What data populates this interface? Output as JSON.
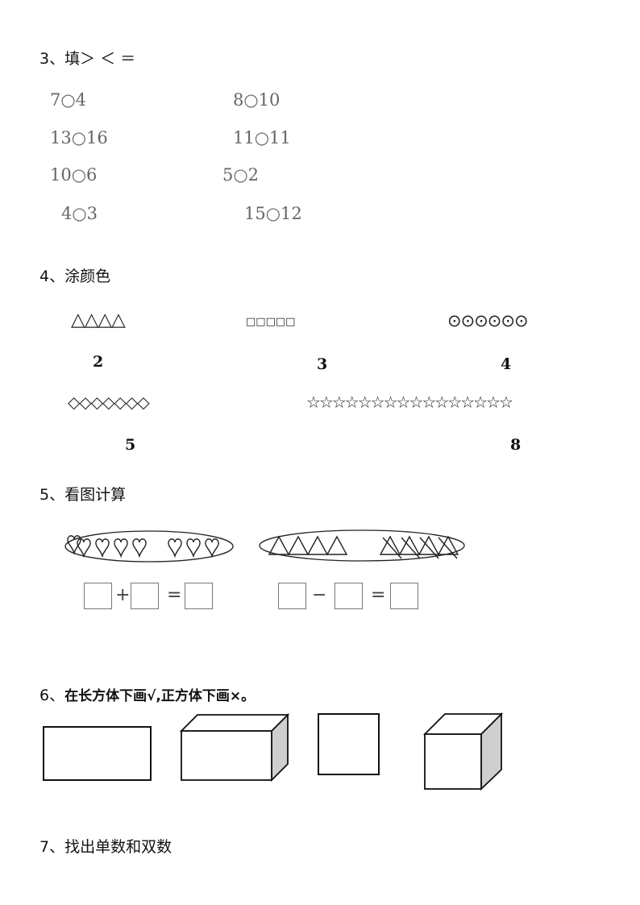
{
  "sections": {
    "s3": {
      "title": "3、填＞ ＜ ＝",
      "items": [
        [
          "7○4",
          "8○10"
        ],
        [
          "13○16",
          "11○11"
        ],
        [
          "10○6",
          "5○2"
        ],
        [
          "4○3",
          "15○12"
        ]
      ]
    },
    "s4": {
      "title": "4、涂颜色",
      "groups": [
        {
          "icon": "triangle-icon",
          "shapes": "△△△△",
          "count": "2"
        },
        {
          "icon": "square-icon",
          "shapes": "□□□□□",
          "count": "3"
        },
        {
          "icon": "circled-dot-icon",
          "shapes": "⊙⊙⊙⊙⊙⊙",
          "count": "4"
        },
        {
          "icon": "diamond-icon",
          "shapes": "◇◇◇◇◇◇◇",
          "count": "5"
        },
        {
          "icon": "star-icon",
          "shapes": "☆☆☆☆☆☆☆☆☆☆☆☆☆☆☆☆",
          "count": "8"
        }
      ]
    },
    "s5": {
      "title": "5、看图计算",
      "ops": {
        "plus": "+",
        "minus": "−",
        "equals": "="
      }
    },
    "s6": {
      "title_num": "6、",
      "title": "在长方体下画√,正方体下画×。"
    },
    "s7": {
      "title": "7、找出单数和双数"
    }
  }
}
